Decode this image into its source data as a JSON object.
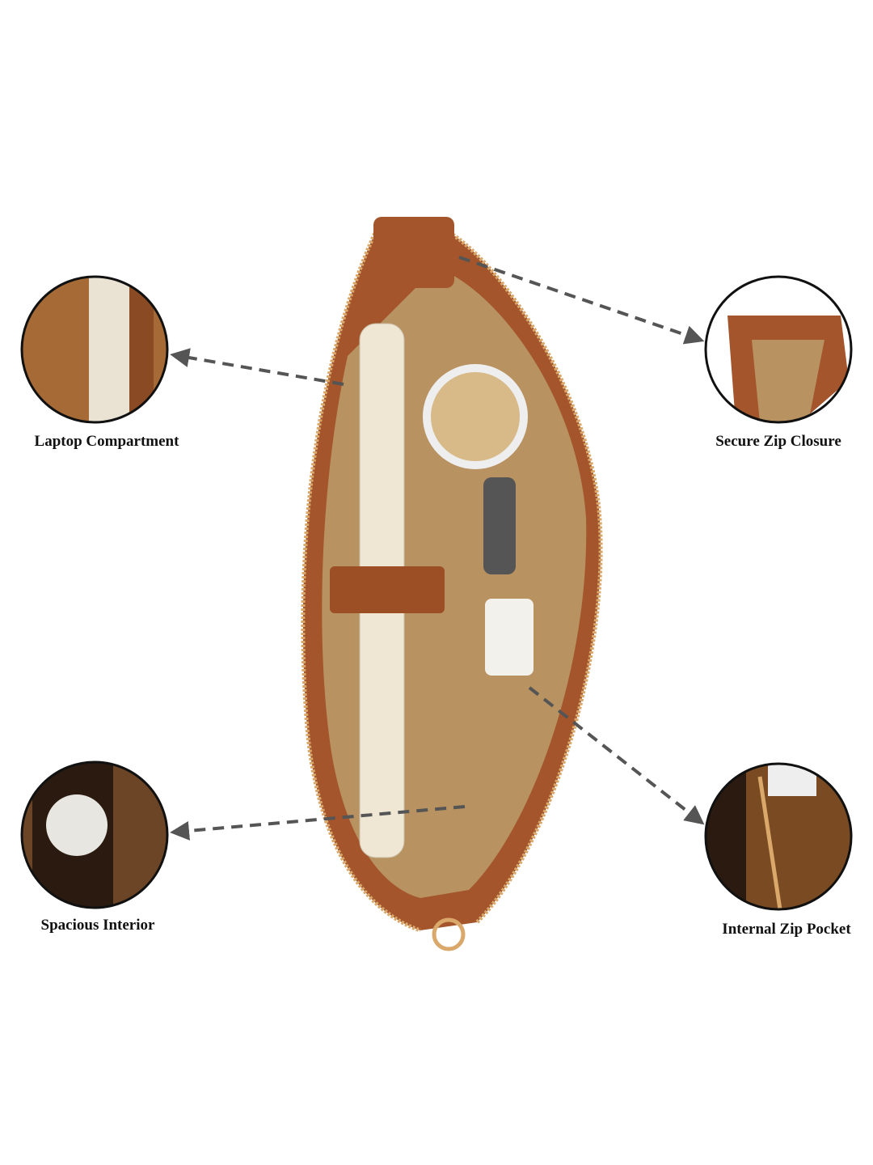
{
  "features": [
    {
      "label": "Laptop Compartment"
    },
    {
      "label": "Secure Zip Closure"
    },
    {
      "label": "Spacious Interior"
    },
    {
      "label": "Internal Zip Pocket"
    }
  ],
  "colors": {
    "leather": "#a4552b",
    "lining": "#b89261",
    "zipper": "#d9a86a",
    "arrow": "#555555",
    "circle_border": "#111111"
  }
}
